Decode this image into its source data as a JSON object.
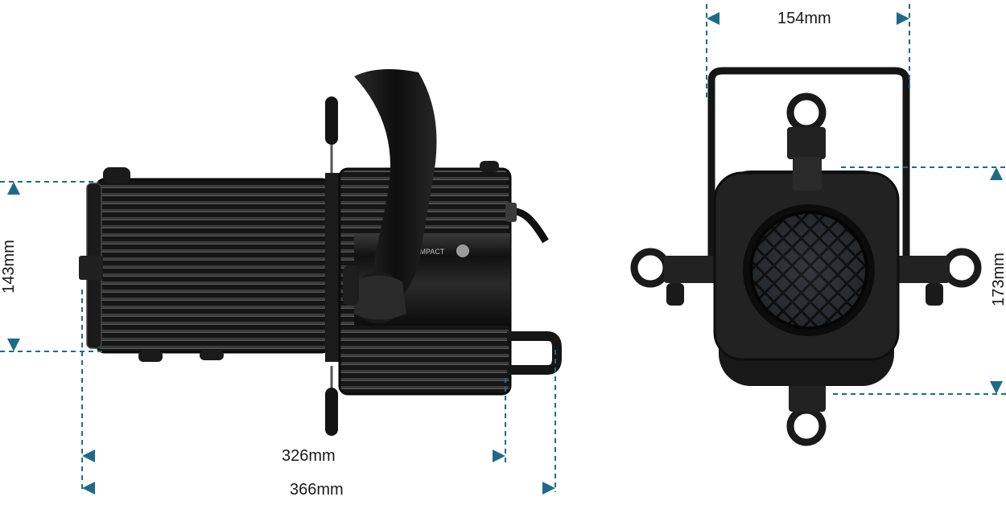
{
  "dimensions": {
    "top_width": "154mm",
    "side_height": "143mm",
    "right_height": "173mm",
    "body_length": "326mm",
    "total_length": "366mm"
  },
  "fixture_text": {
    "model_mark": "COMPACT"
  },
  "colors": {
    "dimension_line": "#1f6a8a",
    "fixture_body": "#141414"
  }
}
